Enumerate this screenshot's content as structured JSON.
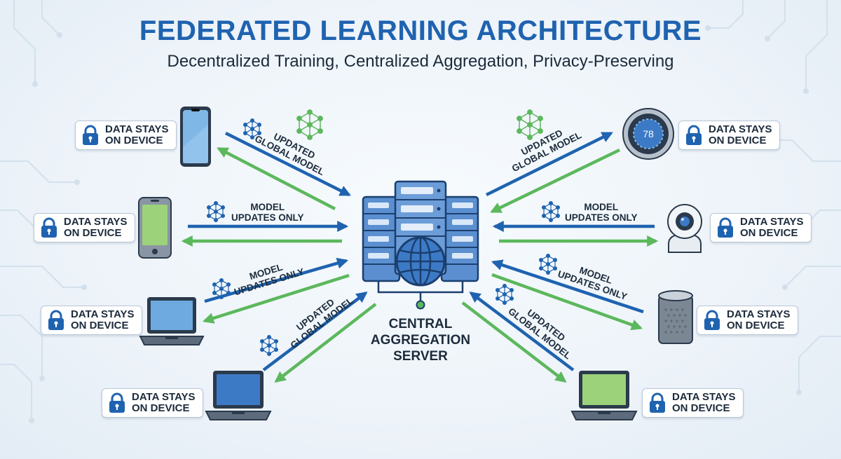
{
  "header": {
    "title": "FEDERATED LEARNING ARCHITECTURE",
    "subtitle": "Decentralized Training, Centralized Aggregation, Privacy-Preserving"
  },
  "server": {
    "label_lines": [
      "CENTRAL",
      "AGGREGATION",
      "SERVER"
    ]
  },
  "badge": {
    "line1": "DATA STAYS",
    "line2": "ON DEVICE"
  },
  "arrow_labels": {
    "updated_global_model": [
      "UPDATED",
      "GLOBAL MODEL"
    ],
    "model_updates_only": [
      "MODEL",
      "UPDATES ONLY"
    ]
  },
  "thermostat": {
    "display": "78"
  },
  "devices": [
    {
      "name": "smartphone"
    },
    {
      "name": "android-phone"
    },
    {
      "name": "laptop"
    },
    {
      "name": "laptop"
    },
    {
      "name": "smart-thermostat"
    },
    {
      "name": "security-camera"
    },
    {
      "name": "smart-speaker"
    },
    {
      "name": "laptop"
    }
  ],
  "colors": {
    "title_blue": "#1f63b0",
    "upload_arrow_blue": "#1f63b0",
    "download_arrow_green": "#5cb85c",
    "server_blue": "#3b78c4"
  },
  "icons": [
    "lock-icon",
    "neural-network-icon",
    "globe-icon",
    "server-rack-icon"
  ]
}
